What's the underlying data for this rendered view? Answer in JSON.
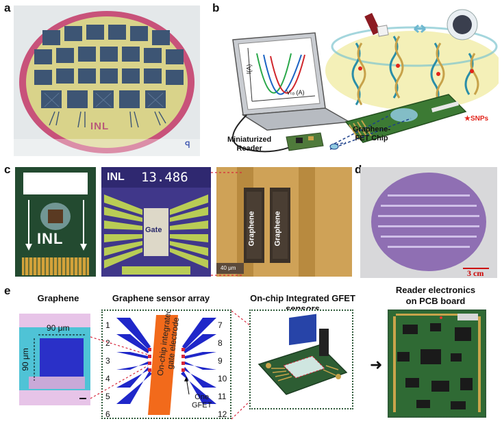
{
  "panels": {
    "a": {
      "label": "a",
      "logo": "INL",
      "mark": "ꟼ"
    },
    "b": {
      "label": "b",
      "plot_x_label": "Vₜₒ (A)",
      "plot_y_label": "I(A)",
      "reader_label_1": "Miniaturized",
      "reader_label_2": "Reader",
      "chip_label_1": "Graphene-",
      "chip_label_2": "FET Chip",
      "snps_label": "★SNPs"
    },
    "c": {
      "label": "c",
      "logo": "INL",
      "counter": "13.486",
      "gate_label": "Gate",
      "graphene_1": "Graphene",
      "graphene_2": "Graphene",
      "scale": "40 μm"
    },
    "d": {
      "label": "d",
      "scale": "3 cm"
    },
    "e": {
      "label": "e",
      "title_graphene": "Graphene",
      "title_array": "Graphene sensor array",
      "title_onchip": "On-chip Integrated GFET sensors",
      "title_reader_1": "Reader electronics",
      "title_reader_2": "on PCB board",
      "dim_h": "90 μm",
      "dim_v": "90 μm",
      "gate_text_1": "On-chip integrated",
      "gate_text_2": "gate electrode",
      "one_gfet_1": "One",
      "one_gfet_2": "GFET",
      "left_numbers": [
        "1",
        "2",
        "3",
        "4",
        "5",
        "6"
      ],
      "right_numbers": [
        "7",
        "8",
        "9",
        "10",
        "11",
        "12"
      ],
      "arrow": "➜"
    }
  },
  "colors": {
    "wafer_pink": "#c8527a",
    "wafer_yellow": "#d9d38a",
    "wafer_purple": "#8f6fb3",
    "electrode_blue": "#1f27c9",
    "gate_orange": "#f26a1b",
    "pcb_green": "#2d5d33"
  }
}
